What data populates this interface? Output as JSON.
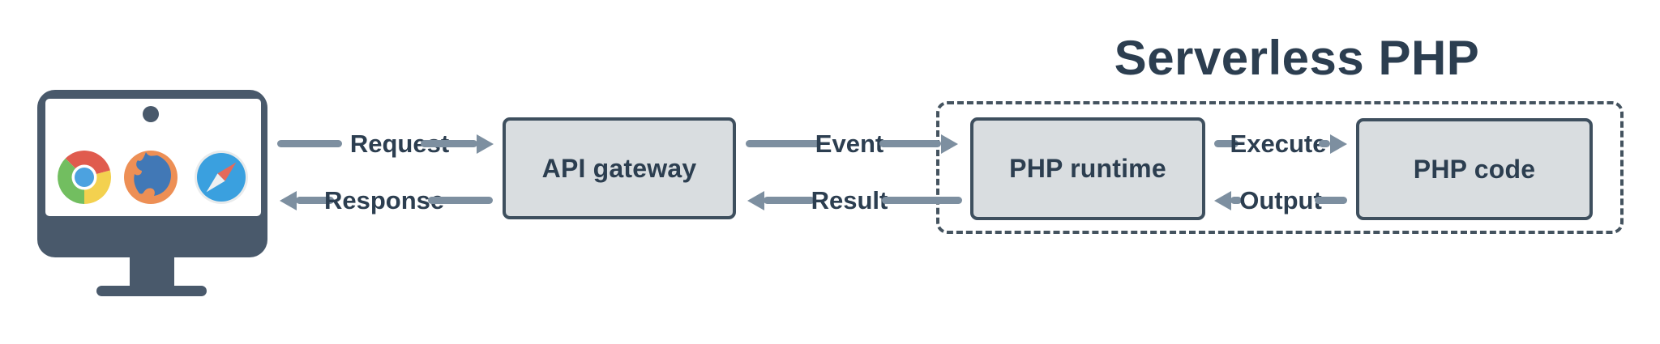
{
  "title": "Serverless PHP",
  "nodes": {
    "api_gateway": "API gateway",
    "php_runtime": "PHP runtime",
    "php_code": "PHP code"
  },
  "flows": {
    "request": "Request",
    "response": "Response",
    "event": "Event",
    "result": "Result",
    "execute": "Execute",
    "output": "Output"
  },
  "client": {
    "icon": "desktop-computer",
    "browser_icons": [
      "chrome",
      "firefox",
      "safari"
    ]
  },
  "colors": {
    "ink": "#2C3E50",
    "monitor_slate": "#49596B",
    "arrow": "#7D8FA0",
    "box_fill": "#D9DDE0",
    "box_border": "#3E4F5E",
    "dashed_border": "#44535F",
    "chrome_red": "#E05B4E",
    "chrome_green": "#72BE60",
    "chrome_yellow": "#F3D14F",
    "chrome_blue": "#4CA2E0",
    "firefox_orange": "#ED8F55",
    "firefox_blue": "#4178B6",
    "safari_blue": "#3AA0DF",
    "safari_needle_red": "#E56A5A"
  }
}
